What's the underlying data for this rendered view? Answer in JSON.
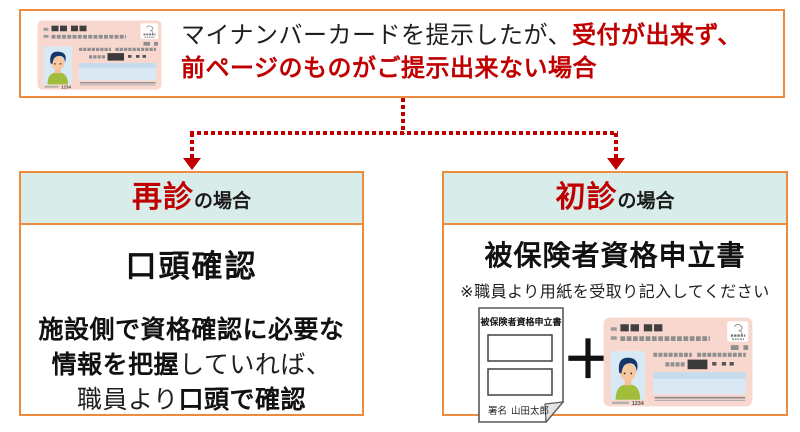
{
  "colors": {
    "accent_orange_border": "#ED8C3E",
    "emphasis_red": "#C00000",
    "header_teal": "#D8ECE9",
    "card_pink": "#F8D7CF",
    "card_photo_blue": "#D8E9F6"
  },
  "top_box": {
    "text_black": "マイナンバーカードを提示したが、",
    "text_red_1": "受付が出来ず、",
    "text_red_2": "前ページのものがご提示出来ない場合"
  },
  "revisit_box": {
    "header_emphasis": "再診",
    "header_suffix": "の場合",
    "title": "口頭確認",
    "line1_bold": "施設側で資格確認に必要な",
    "line2_bold": "情報を把握",
    "line2_regular": "していれば、",
    "line3_regular": "職員より",
    "line3_bold": "口頭で確認"
  },
  "first_visit_box": {
    "header_emphasis": "初診",
    "header_suffix": "の場合",
    "title": "被保険者資格申立書",
    "note": "※職員より用紙を受取り記入してください",
    "plus_sign": "＋",
    "form": {
      "title": "被保険者資格申立書",
      "signature_label": "署名",
      "signature_name": "山田太郎"
    }
  },
  "my_number_card": {
    "number": "1234"
  }
}
